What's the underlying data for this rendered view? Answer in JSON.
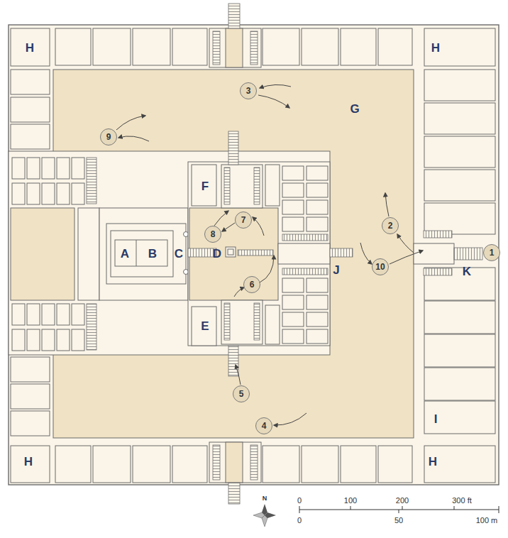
{
  "diagram": {
    "nodes": [
      {
        "text": [
          "1"
        ]
      },
      {
        "text": [
          "2"
        ]
      },
      {
        "text": [
          "3"
        ]
      },
      {
        "text": [
          "4"
        ]
      },
      {
        "text": [
          "5"
        ]
      },
      {
        "text": [
          "6"
        ]
      },
      {
        "text": [
          "7"
        ]
      },
      {
        "text": [
          "8"
        ]
      },
      {
        "text": [
          "9"
        ]
      },
      {
        "text": [
          "10"
        ]
      }
    ],
    "labels": [
      "A",
      "B",
      "C",
      "D",
      "E",
      "F",
      "G",
      "H",
      "H",
      "H",
      "H",
      "I",
      "J",
      "K",
      "0",
      "100",
      "200",
      "300 ft",
      "0",
      "50",
      "100 m",
      "N"
    ]
  }
}
